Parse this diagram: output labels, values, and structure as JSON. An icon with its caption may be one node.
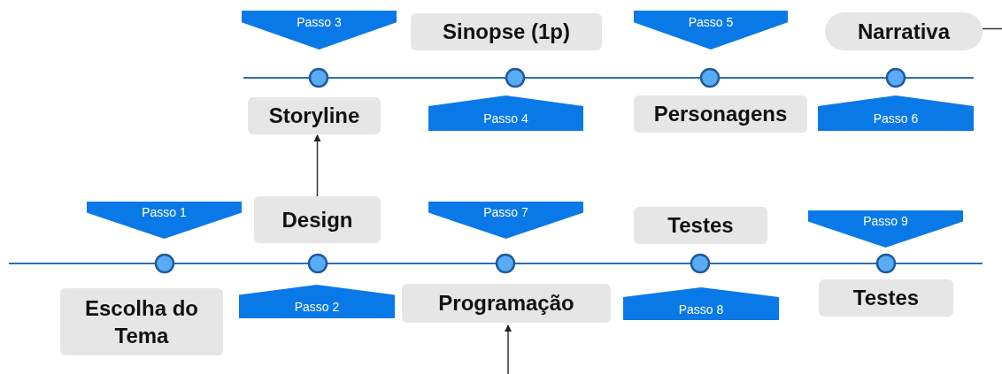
{
  "diagram": {
    "nodes": [
      {
        "text": [
          "Passo 3"
        ]
      },
      {
        "text": [
          "Sinopse (1p)"
        ]
      },
      {
        "text": [
          "Passo 5"
        ]
      },
      {
        "text": [
          "Narrativa"
        ]
      },
      {
        "text": [
          "Storyline"
        ]
      },
      {
        "text": [
          "Passo 4"
        ]
      },
      {
        "text": [
          "Personagens"
        ]
      },
      {
        "text": [
          "Passo 6"
        ]
      },
      {
        "text": [
          "Passo 1"
        ]
      },
      {
        "text": [
          "Design"
        ]
      },
      {
        "text": [
          "Passo 7"
        ]
      },
      {
        "text": [
          "Testes"
        ]
      },
      {
        "text": [
          "Passo 9"
        ]
      },
      {
        "text": [
          "Escolha do Tema"
        ]
      },
      {
        "text": [
          "Passo 2"
        ]
      },
      {
        "text": [
          "Programação"
        ]
      },
      {
        "text": [
          "Passo 8"
        ]
      },
      {
        "text": [
          "Testes"
        ]
      }
    ],
    "edges": [
      {
        "from": 9,
        "to": 4,
        "arrow": "to"
      },
      {
        "from": null,
        "to": 15,
        "arrow": "to"
      },
      {
        "from": 3,
        "to": null,
        "arrow": "none"
      }
    ]
  }
}
